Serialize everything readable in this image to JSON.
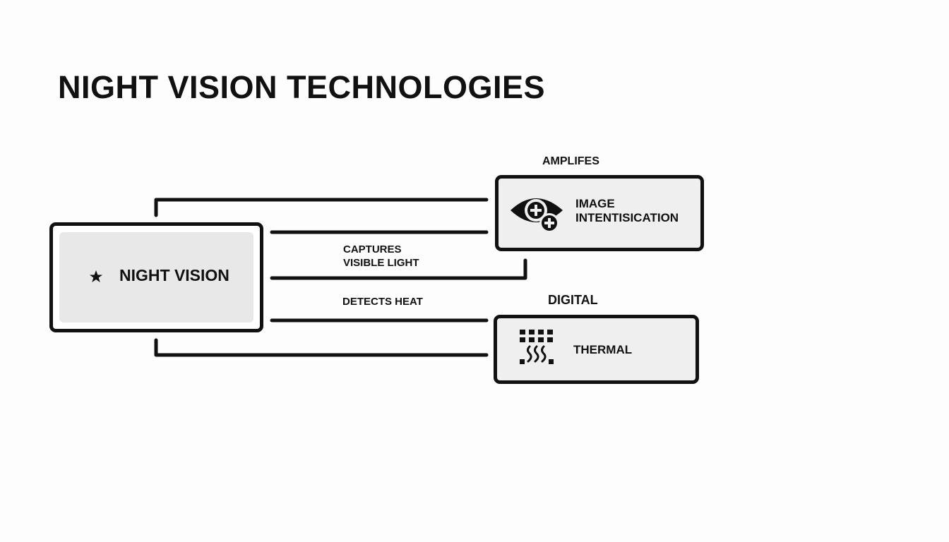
{
  "title": "NIGHT VISION TECHNOLOGIES",
  "nodes": {
    "night_vision": {
      "label": "NIGHT VISION",
      "icon": "moon-star-icon"
    },
    "image_intensification": {
      "line1": "IMAGE",
      "line2": "INTENTISICATION",
      "icon": "eye-plus-icon",
      "caption": "AMPLIFES"
    },
    "thermal": {
      "label": "THERMAL",
      "icon": "heat-grid-icon",
      "caption": "DIGITAL"
    }
  },
  "edge_labels": {
    "captures_line1": "CAPTURES",
    "captures_line2": "VISIBLE LIGHT",
    "detects": "DETECTS HEAT"
  },
  "colors": {
    "stroke": "#111111",
    "box_fill": "#efefef",
    "background": "#fdfdfd"
  }
}
